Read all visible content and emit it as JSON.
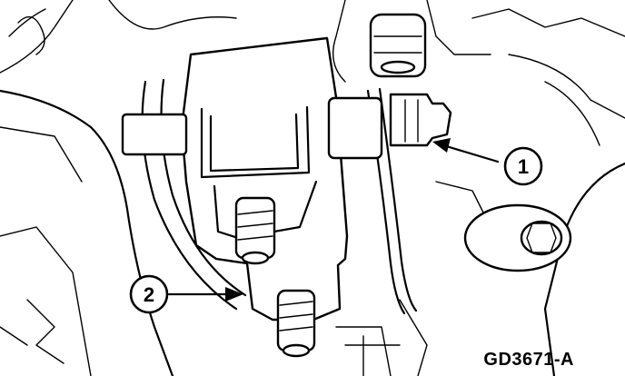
{
  "callouts": [
    {
      "number": "1"
    },
    {
      "number": "2"
    }
  ],
  "figure_code": "GD3671-A"
}
